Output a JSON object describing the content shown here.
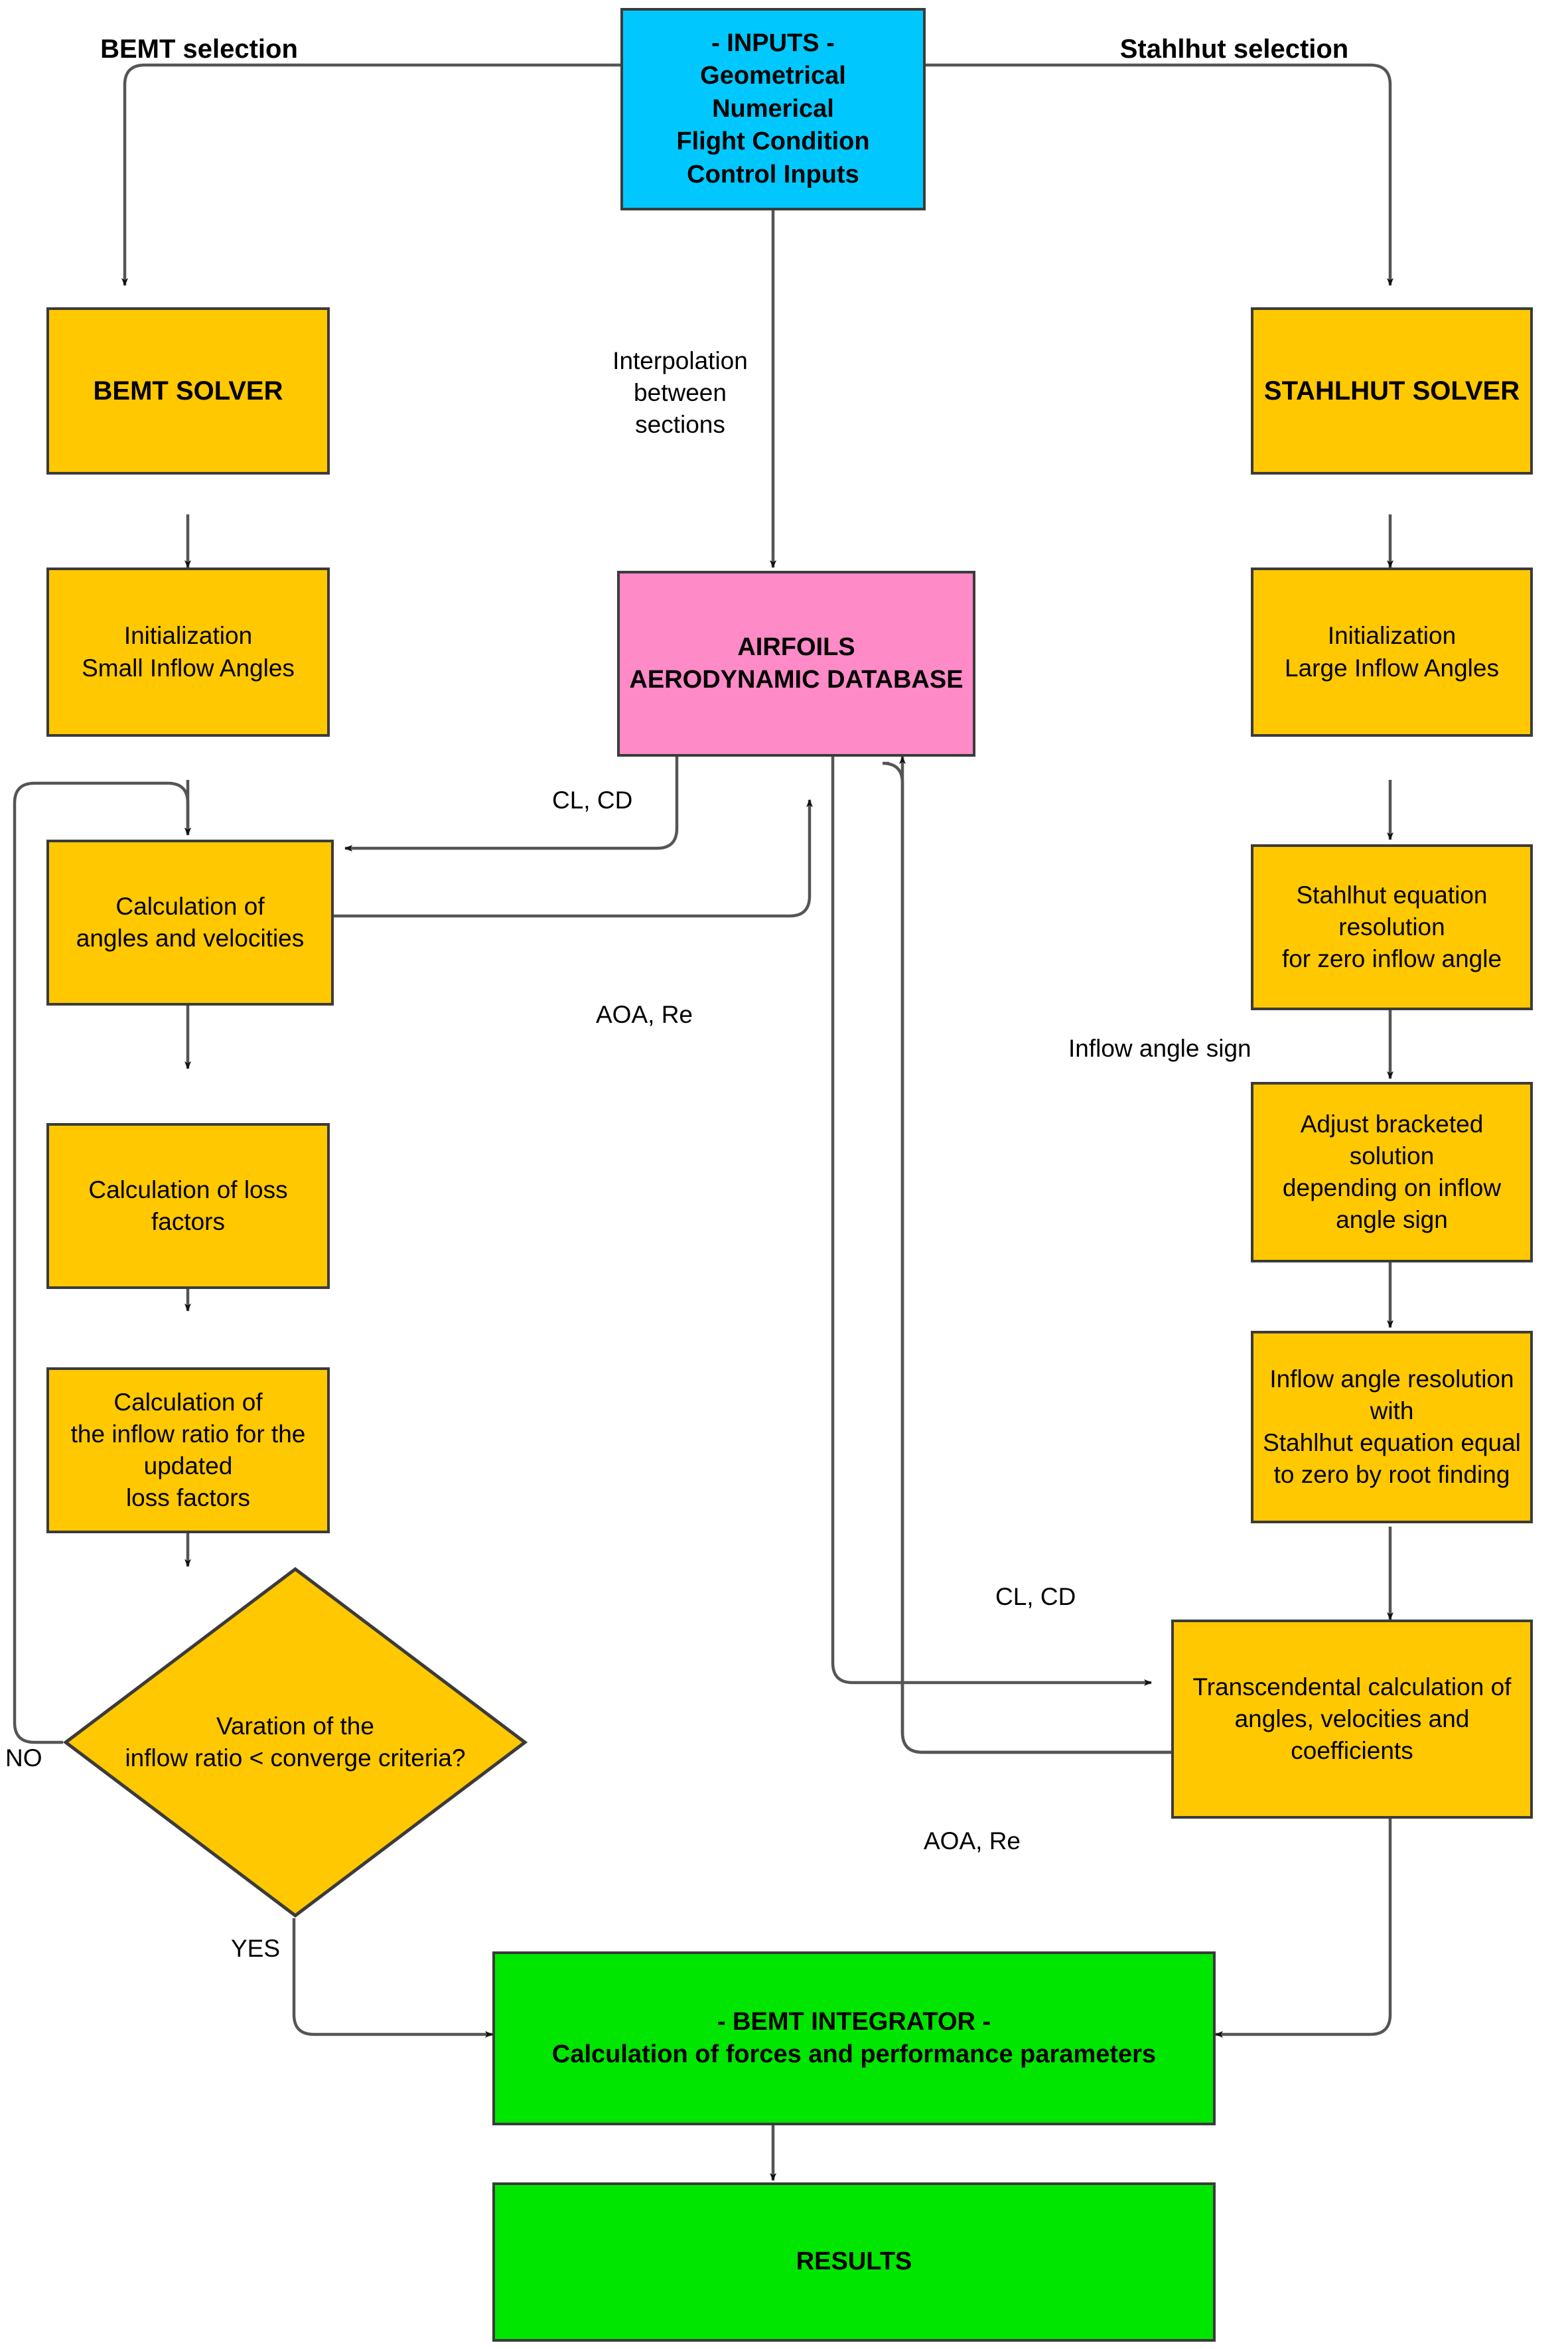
{
  "diagram": {
    "title_left": "BEMT selection",
    "title_right": "Stahlhut selection"
  },
  "nodes": {
    "inputs": "- INPUTS -\nGeometrical\nNumerical\nFlight Condition\nControl Inputs",
    "bemt_solver": "BEMT SOLVER",
    "bemt_init": "Initialization\nSmall Inflow Angles",
    "bemt_angles": "Calculation of\nangles and velocities",
    "bemt_loss": "Calculation of loss factors",
    "bemt_inflow_ratio": "Calculation of\nthe inflow ratio for the updated\nloss factors",
    "bemt_decision": "Varation of the\ninflow ratio < converge criteria?",
    "airfoils_db": "AIRFOILS\nAERODYNAMIC DATABASE",
    "stahlhut_solver": "STAHLHUT SOLVER",
    "stahlhut_init": "Initialization\nLarge Inflow Angles",
    "stahlhut_zero": "Stahlhut equation resolution\nfor zero inflow angle",
    "stahlhut_adjust": "Adjust bracketed solution\ndepending on inflow angle sign",
    "stahlhut_root": "Inflow angle resolution with\nStahlhut equation equal\nto zero by root finding",
    "stahlhut_transcendental": "Transcendental calculation of\nangles, velocities and coefficients",
    "integrator": "- BEMT INTEGRATOR -\nCalculation of forces and performance parameters",
    "results": "RESULTS"
  },
  "edge_labels": {
    "interpolation": "Interpolation\nbetween sections",
    "cl_cd_left": "CL, CD",
    "aoa_re_left": "AOA, Re",
    "inflow_angle_sign": "Inflow angle sign",
    "cl_cd_right": "CL, CD",
    "aoa_re_right": "AOA, Re",
    "no": "NO",
    "yes": "YES"
  },
  "colors": {
    "inputs_fill": "#00C8FF",
    "process_fill": "#FFC800",
    "database_fill": "#FF8AC8",
    "output_fill": "#00E600",
    "border": "#3B3B3B",
    "wire": "#555555"
  }
}
